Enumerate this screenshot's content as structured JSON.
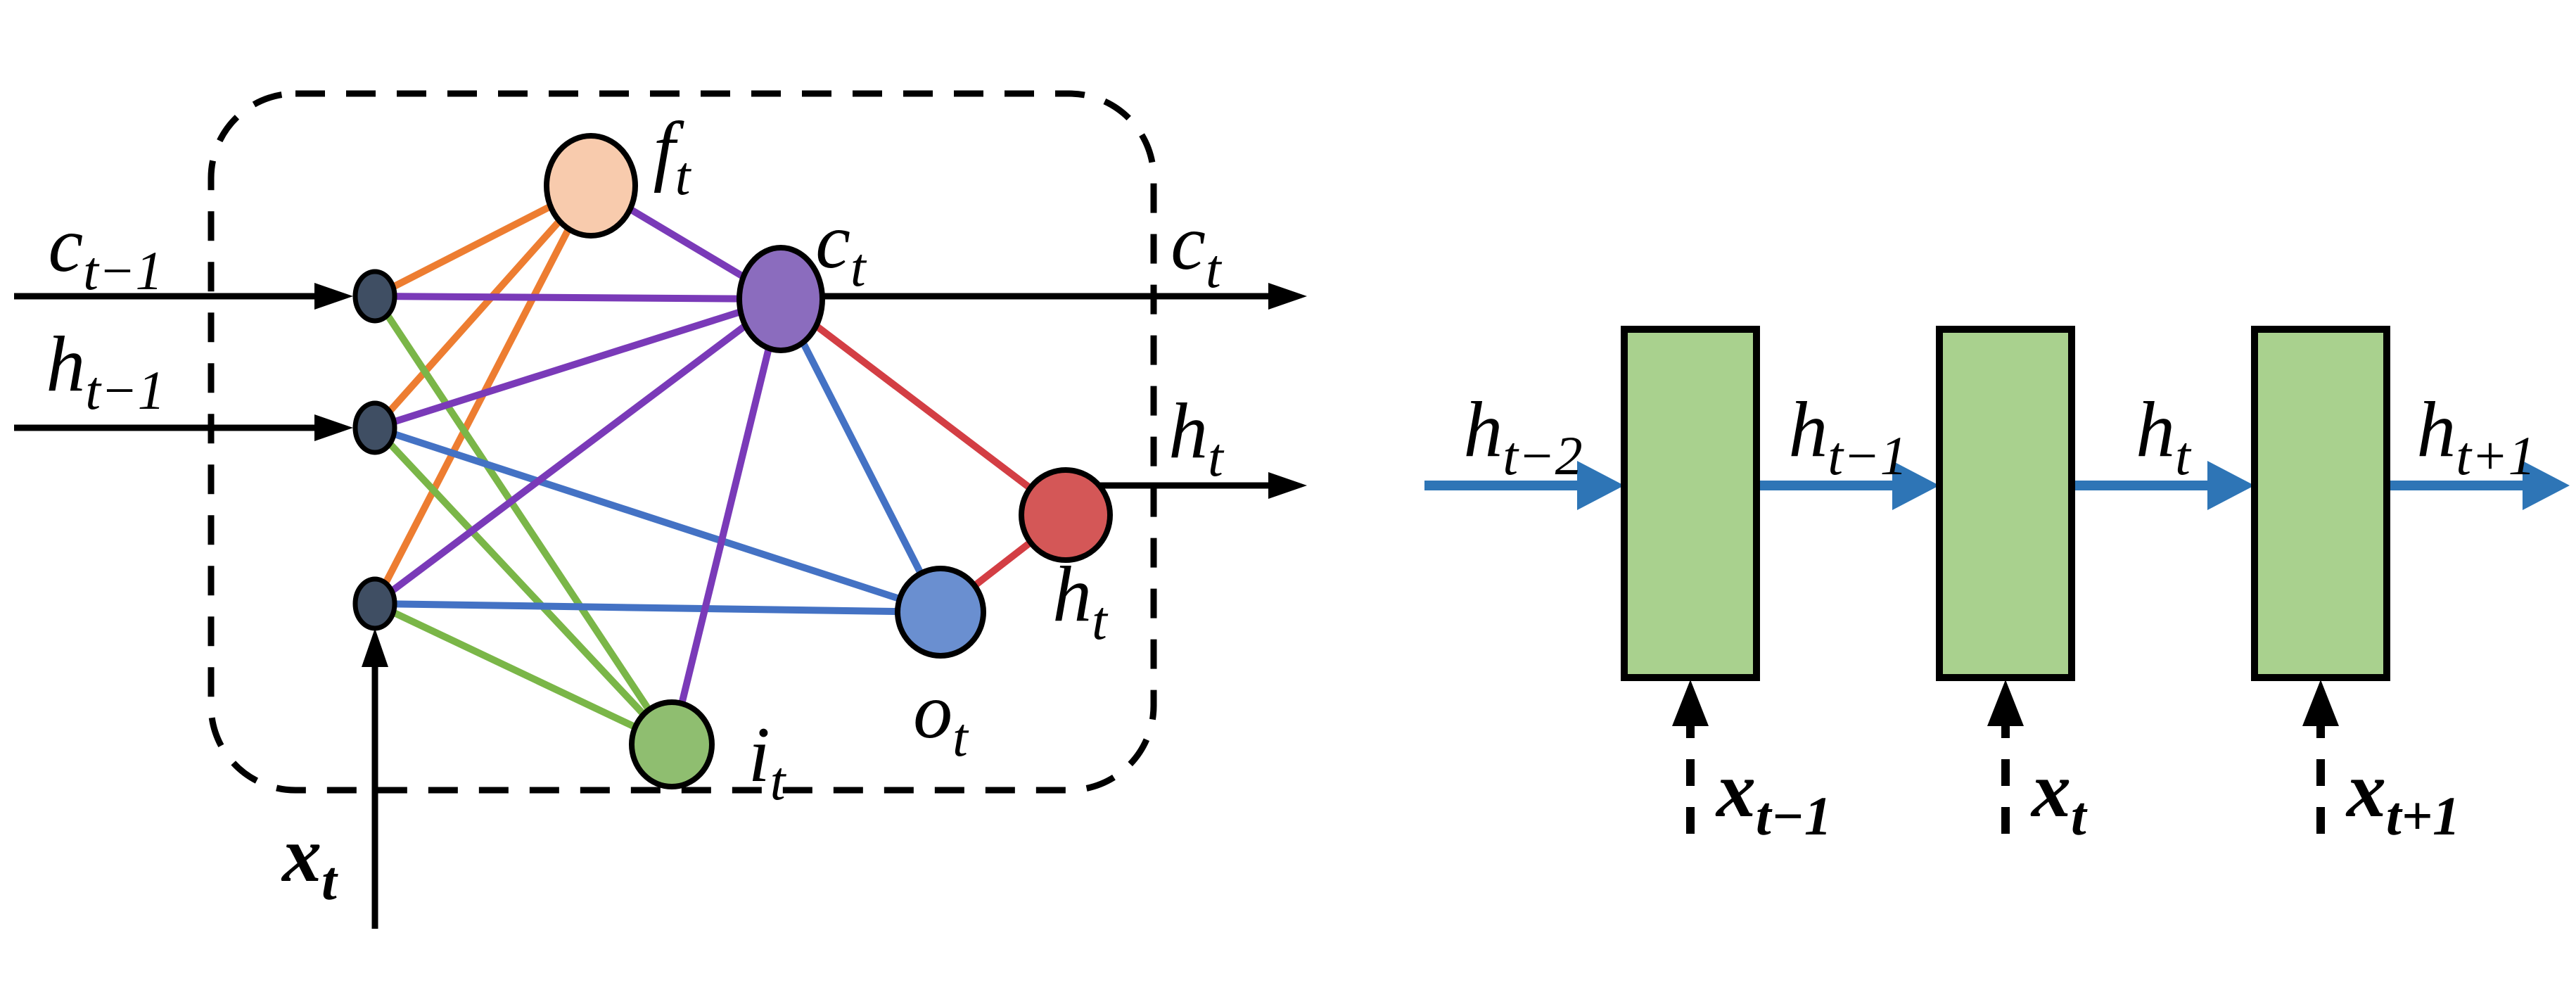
{
  "figure": {
    "description_left": "LSTM cell internal gate connectivity",
    "description_right": "Unrolled recurrent network over time"
  },
  "colors": {
    "black": "#000000",
    "forget_gate_fill": "#F8CBAD",
    "cell_state_fill": "#8B6CBE",
    "input_gate_fill": "#8FBE70",
    "output_gate_fill": "#6A8FD0",
    "hidden_state_fill": "#D45757",
    "input_node_fill": "#3F4E63",
    "edge_orange": "#ED7D31",
    "edge_green": "#7AB648",
    "edge_purple": "#7A3AB8",
    "edge_blue": "#4472C4",
    "edge_red": "#D33E44",
    "rnn_cell_fill": "#A9D18E",
    "rnn_arrow_blue": "#2E75B6"
  },
  "lstm": {
    "inputs": [
      {
        "main": "c",
        "sub": "t−1"
      },
      {
        "main": "h",
        "sub": "t−1"
      }
    ],
    "x_input": {
      "main": "x",
      "sub": "t"
    },
    "nodes": {
      "forget": {
        "main": "f",
        "sub": "t"
      },
      "cell": {
        "main": "c",
        "sub": "t"
      },
      "input": {
        "main": "i",
        "sub": "t"
      },
      "output": {
        "main": "o",
        "sub": "t"
      },
      "hidden": {
        "main": "h",
        "sub": "t"
      }
    },
    "outputs": [
      {
        "main": "c",
        "sub": "t"
      },
      {
        "main": "h",
        "sub": "t"
      }
    ]
  },
  "rnn": {
    "hidden_labels": [
      {
        "main": "h",
        "sub": "t−2"
      },
      {
        "main": "h",
        "sub": "t−1"
      },
      {
        "main": "h",
        "sub": "t"
      },
      {
        "main": "h",
        "sub": "t+1"
      }
    ],
    "input_labels": [
      {
        "main": "x",
        "sub": "t−1"
      },
      {
        "main": "x",
        "sub": "t"
      },
      {
        "main": "x",
        "sub": "t+1"
      }
    ]
  }
}
